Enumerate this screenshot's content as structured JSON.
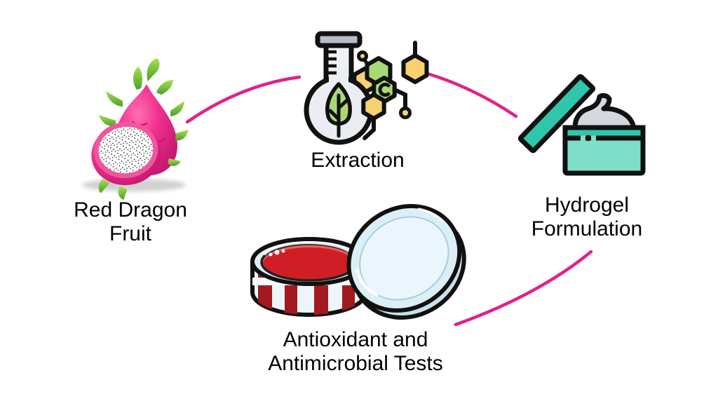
{
  "diagram": {
    "type": "circular-process-flow",
    "background": "#FFFFFF",
    "text_color": "#000000",
    "connector_color": "#E0218A",
    "nodes": [
      {
        "id": "red-dragon-fruit",
        "label": "Red Dragon Fruit",
        "lines": [
          "Red Dragon",
          "Fruit"
        ],
        "icon": "dragon-fruit-icon"
      },
      {
        "id": "extraction",
        "label": "Extraction",
        "lines": [
          "Extraction"
        ],
        "icon": "flask-molecule-icon"
      },
      {
        "id": "hydrogel-formulation",
        "label": "Hydrogel Formulation",
        "lines": [
          "Hydrogel",
          "Formulation"
        ],
        "icon": "cream-jar-icon"
      },
      {
        "id": "antioxidant-antimicrobial-tests",
        "label": "Antioxidant and Antimicrobial Tests",
        "lines": [
          "Antioxidant and",
          "Antimicrobial Tests"
        ],
        "icon": "petri-dish-icon"
      }
    ],
    "connections": [
      {
        "from": "red-dragon-fruit",
        "to": "extraction"
      },
      {
        "from": "extraction",
        "to": "hydrogel-formulation"
      },
      {
        "from": "hydrogel-formulation",
        "to": "antioxidant-antimicrobial-tests"
      }
    ],
    "icon_colors": {
      "fruit_pink": "#EE2D87",
      "leaf_green": "#7CC444",
      "flask_gray": "#E9EDF1",
      "cap_gray": "#B4BECA",
      "hex_green": "#A9D977",
      "hex_yellow": "#F8D171",
      "teal_dark": "#2FC7AB",
      "teal_light": "#7FDECA",
      "cream_gray": "#D3D8DE",
      "petri_red": "#D11E25",
      "petri_red_light": "#EA5F60",
      "glass_blue": "#DCEFF7",
      "outline": "#111111"
    }
  }
}
